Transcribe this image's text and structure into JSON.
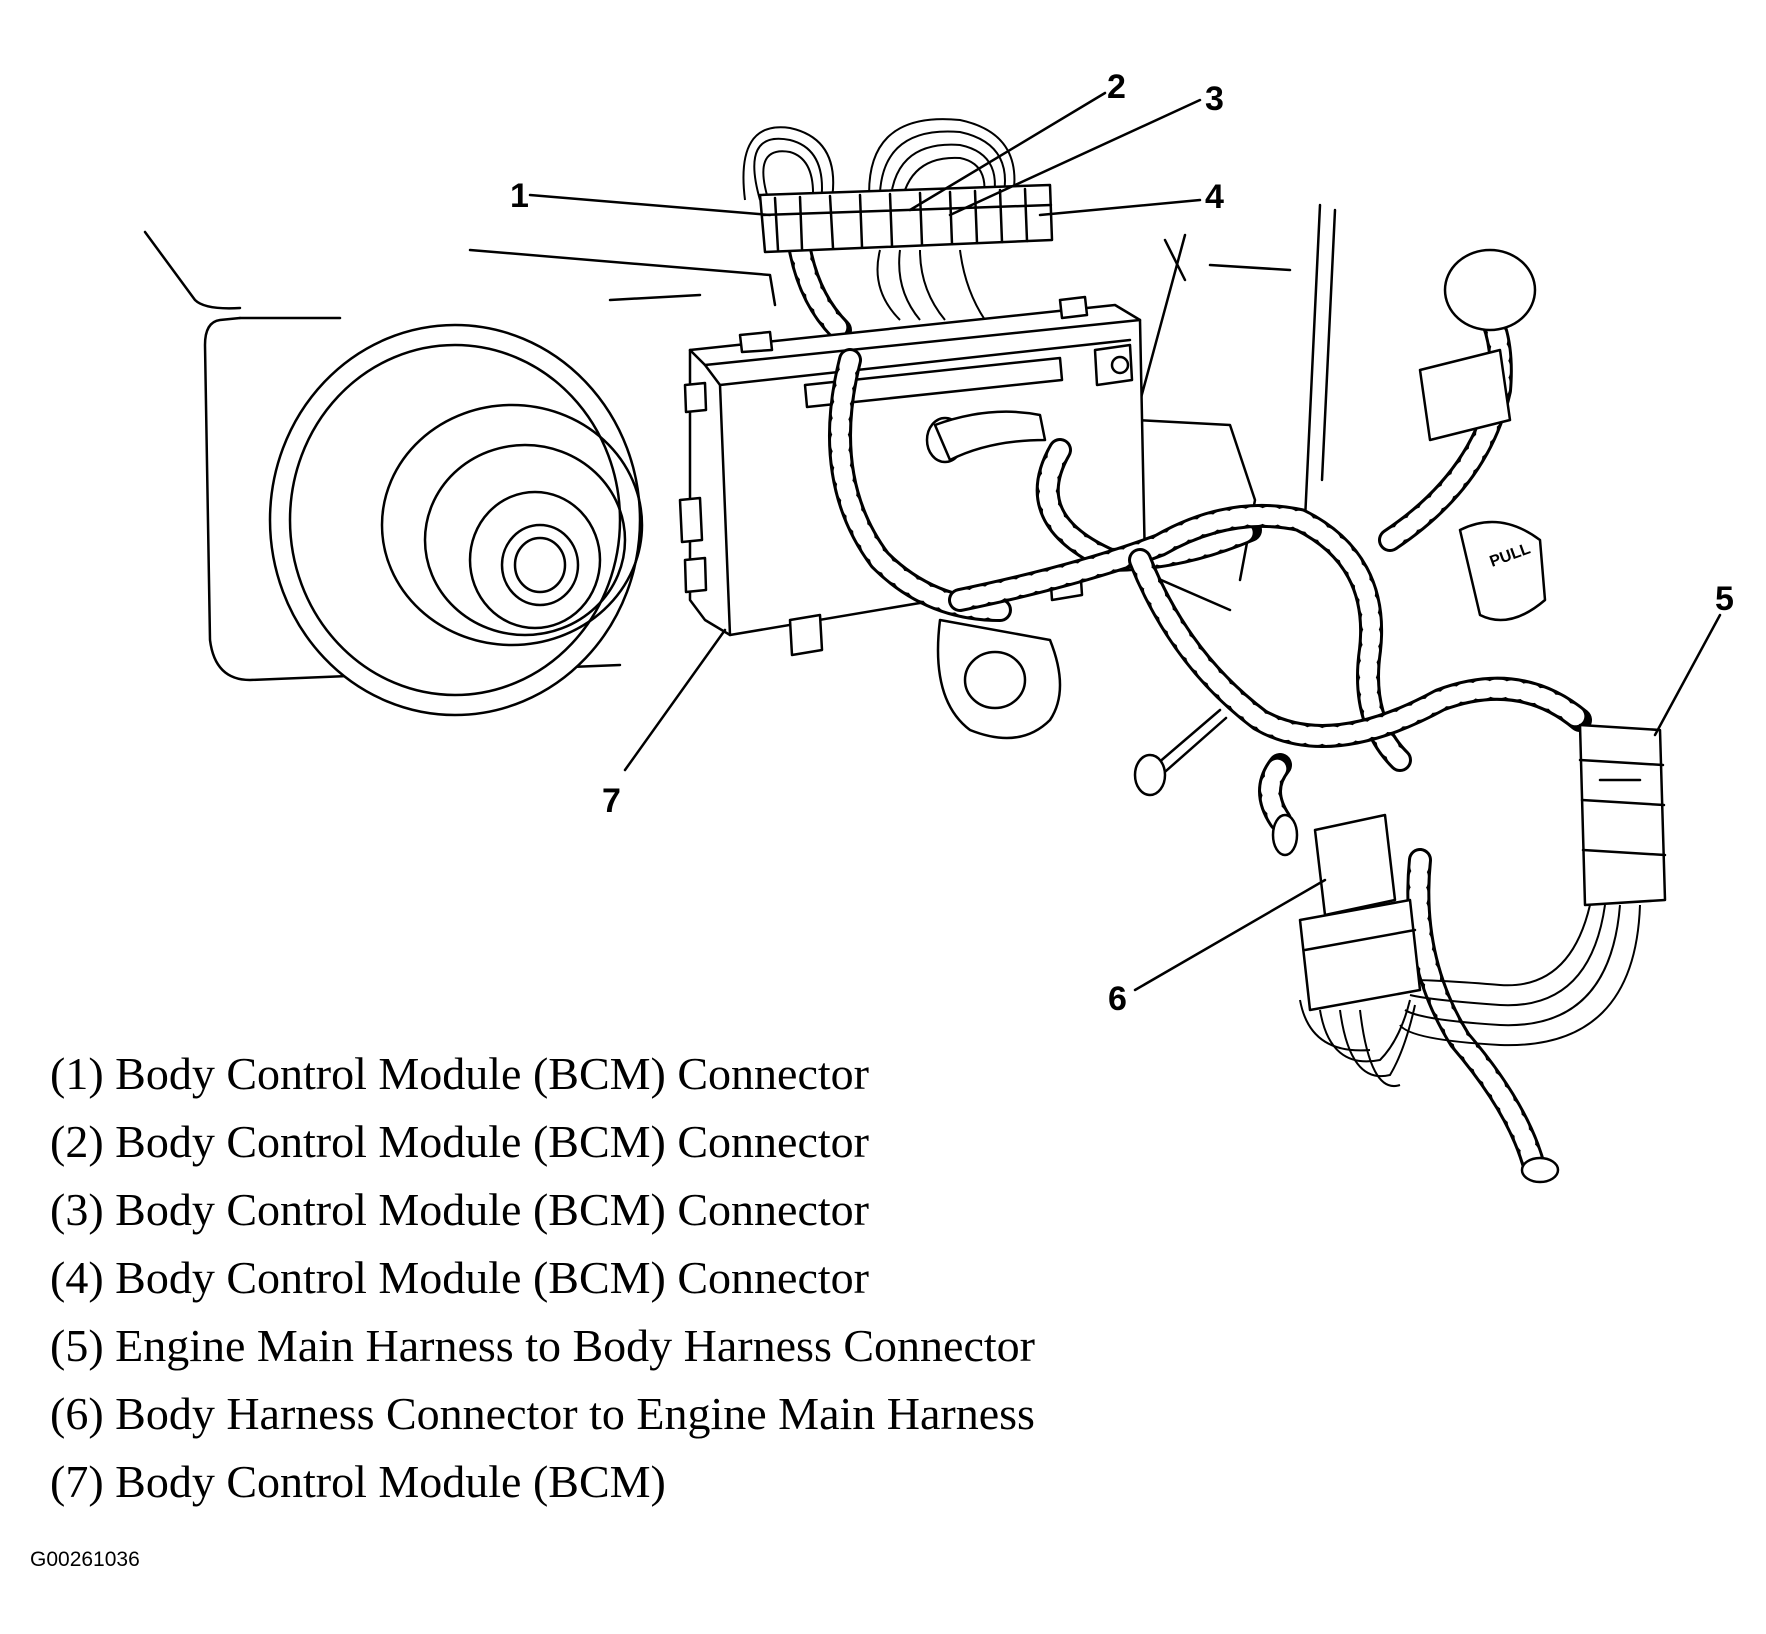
{
  "callouts": [
    "1",
    "2",
    "3",
    "4",
    "5",
    "6",
    "7"
  ],
  "legend": [
    "(1) Body Control Module (BCM) Connector",
    "(2) Body Control Module (BCM) Connector",
    "(3) Body Control Module (BCM) Connector",
    "(4) Body Control Module (BCM) Connector",
    "(5) Engine Main Harness to Body Harness Connector",
    "(6) Body Harness Connector to Engine Main Harness",
    "(7) Body Control Module (BCM)"
  ],
  "figure_id": "G00261036",
  "label_pull": "PULL"
}
